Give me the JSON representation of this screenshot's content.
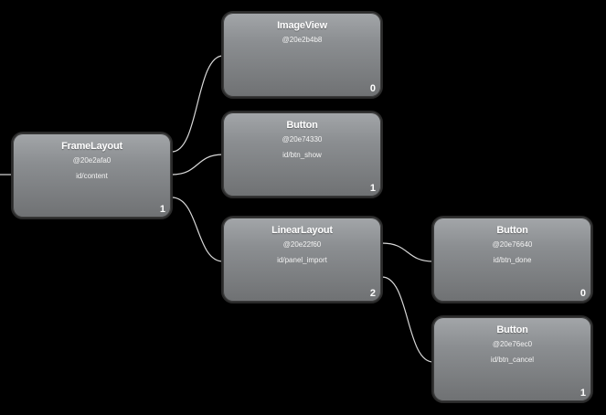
{
  "colors": {
    "background": "#000000",
    "node_top": "#a3a6a9",
    "node_bottom": "#6f7173",
    "connector": "#d8d8d8",
    "text": "#ffffff"
  },
  "nodes": {
    "frame_layout": {
      "title": "FrameLayout",
      "hash": "@20e2afa0",
      "id": "id/content",
      "count": "1"
    },
    "image_view": {
      "title": "ImageView",
      "hash": "@20e2b4b8",
      "id": "",
      "count": "0"
    },
    "button_show": {
      "title": "Button",
      "hash": "@20e74330",
      "id": "id/btn_show",
      "count": "1"
    },
    "linear_layout": {
      "title": "LinearLayout",
      "hash": "@20e22f60",
      "id": "id/panel_import",
      "count": "2"
    },
    "button_done": {
      "title": "Button",
      "hash": "@20e76640",
      "id": "id/btn_done",
      "count": "0"
    },
    "button_cancel": {
      "title": "Button",
      "hash": "@20e76ec0",
      "id": "id/btn_cancel",
      "count": "1"
    }
  }
}
